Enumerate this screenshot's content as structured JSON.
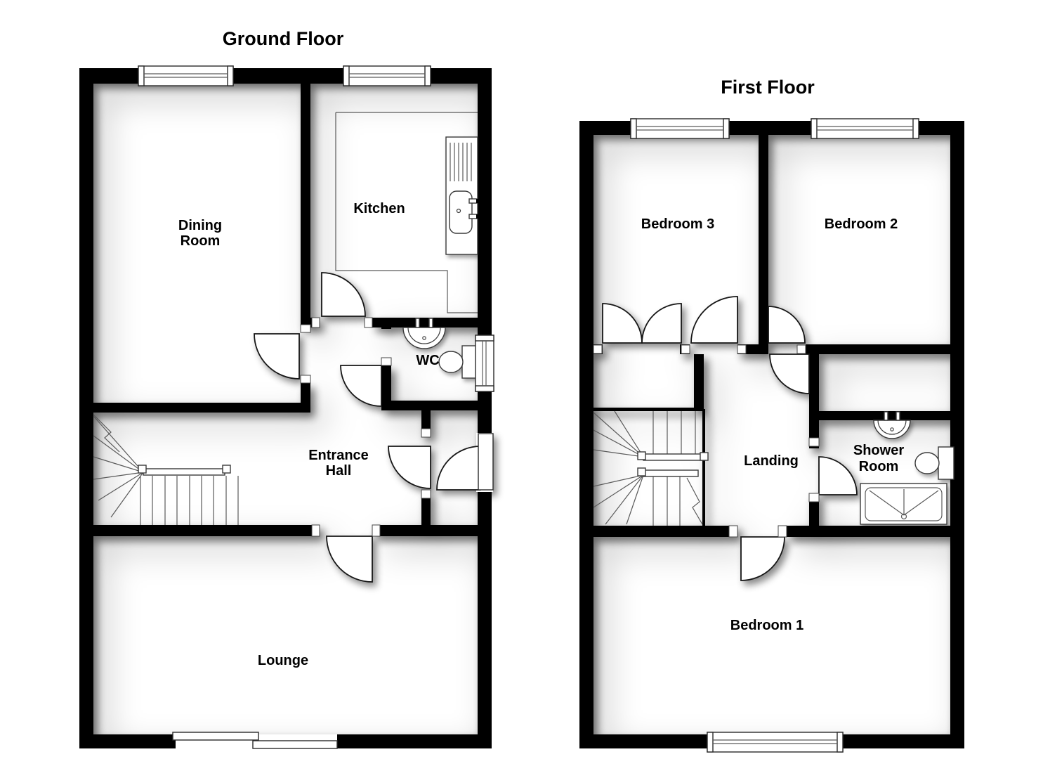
{
  "ground_floor": {
    "title": "Ground Floor",
    "rooms": {
      "dining": {
        "line1": "Dining",
        "line2": "Room"
      },
      "kitchen": "Kitchen",
      "wc": "WC",
      "entrance": {
        "line1": "Entrance",
        "line2": "Hall"
      },
      "lounge": "Lounge"
    }
  },
  "first_floor": {
    "title": "First Floor",
    "rooms": {
      "bedroom3": "Bedroom 3",
      "bedroom2": "Bedroom 2",
      "landing": "Landing",
      "shower": {
        "line1": "Shower",
        "line2": "Room"
      },
      "bedroom1": "Bedroom 1"
    }
  },
  "colors": {
    "wall": "#000000",
    "floor": "#ffffff"
  }
}
